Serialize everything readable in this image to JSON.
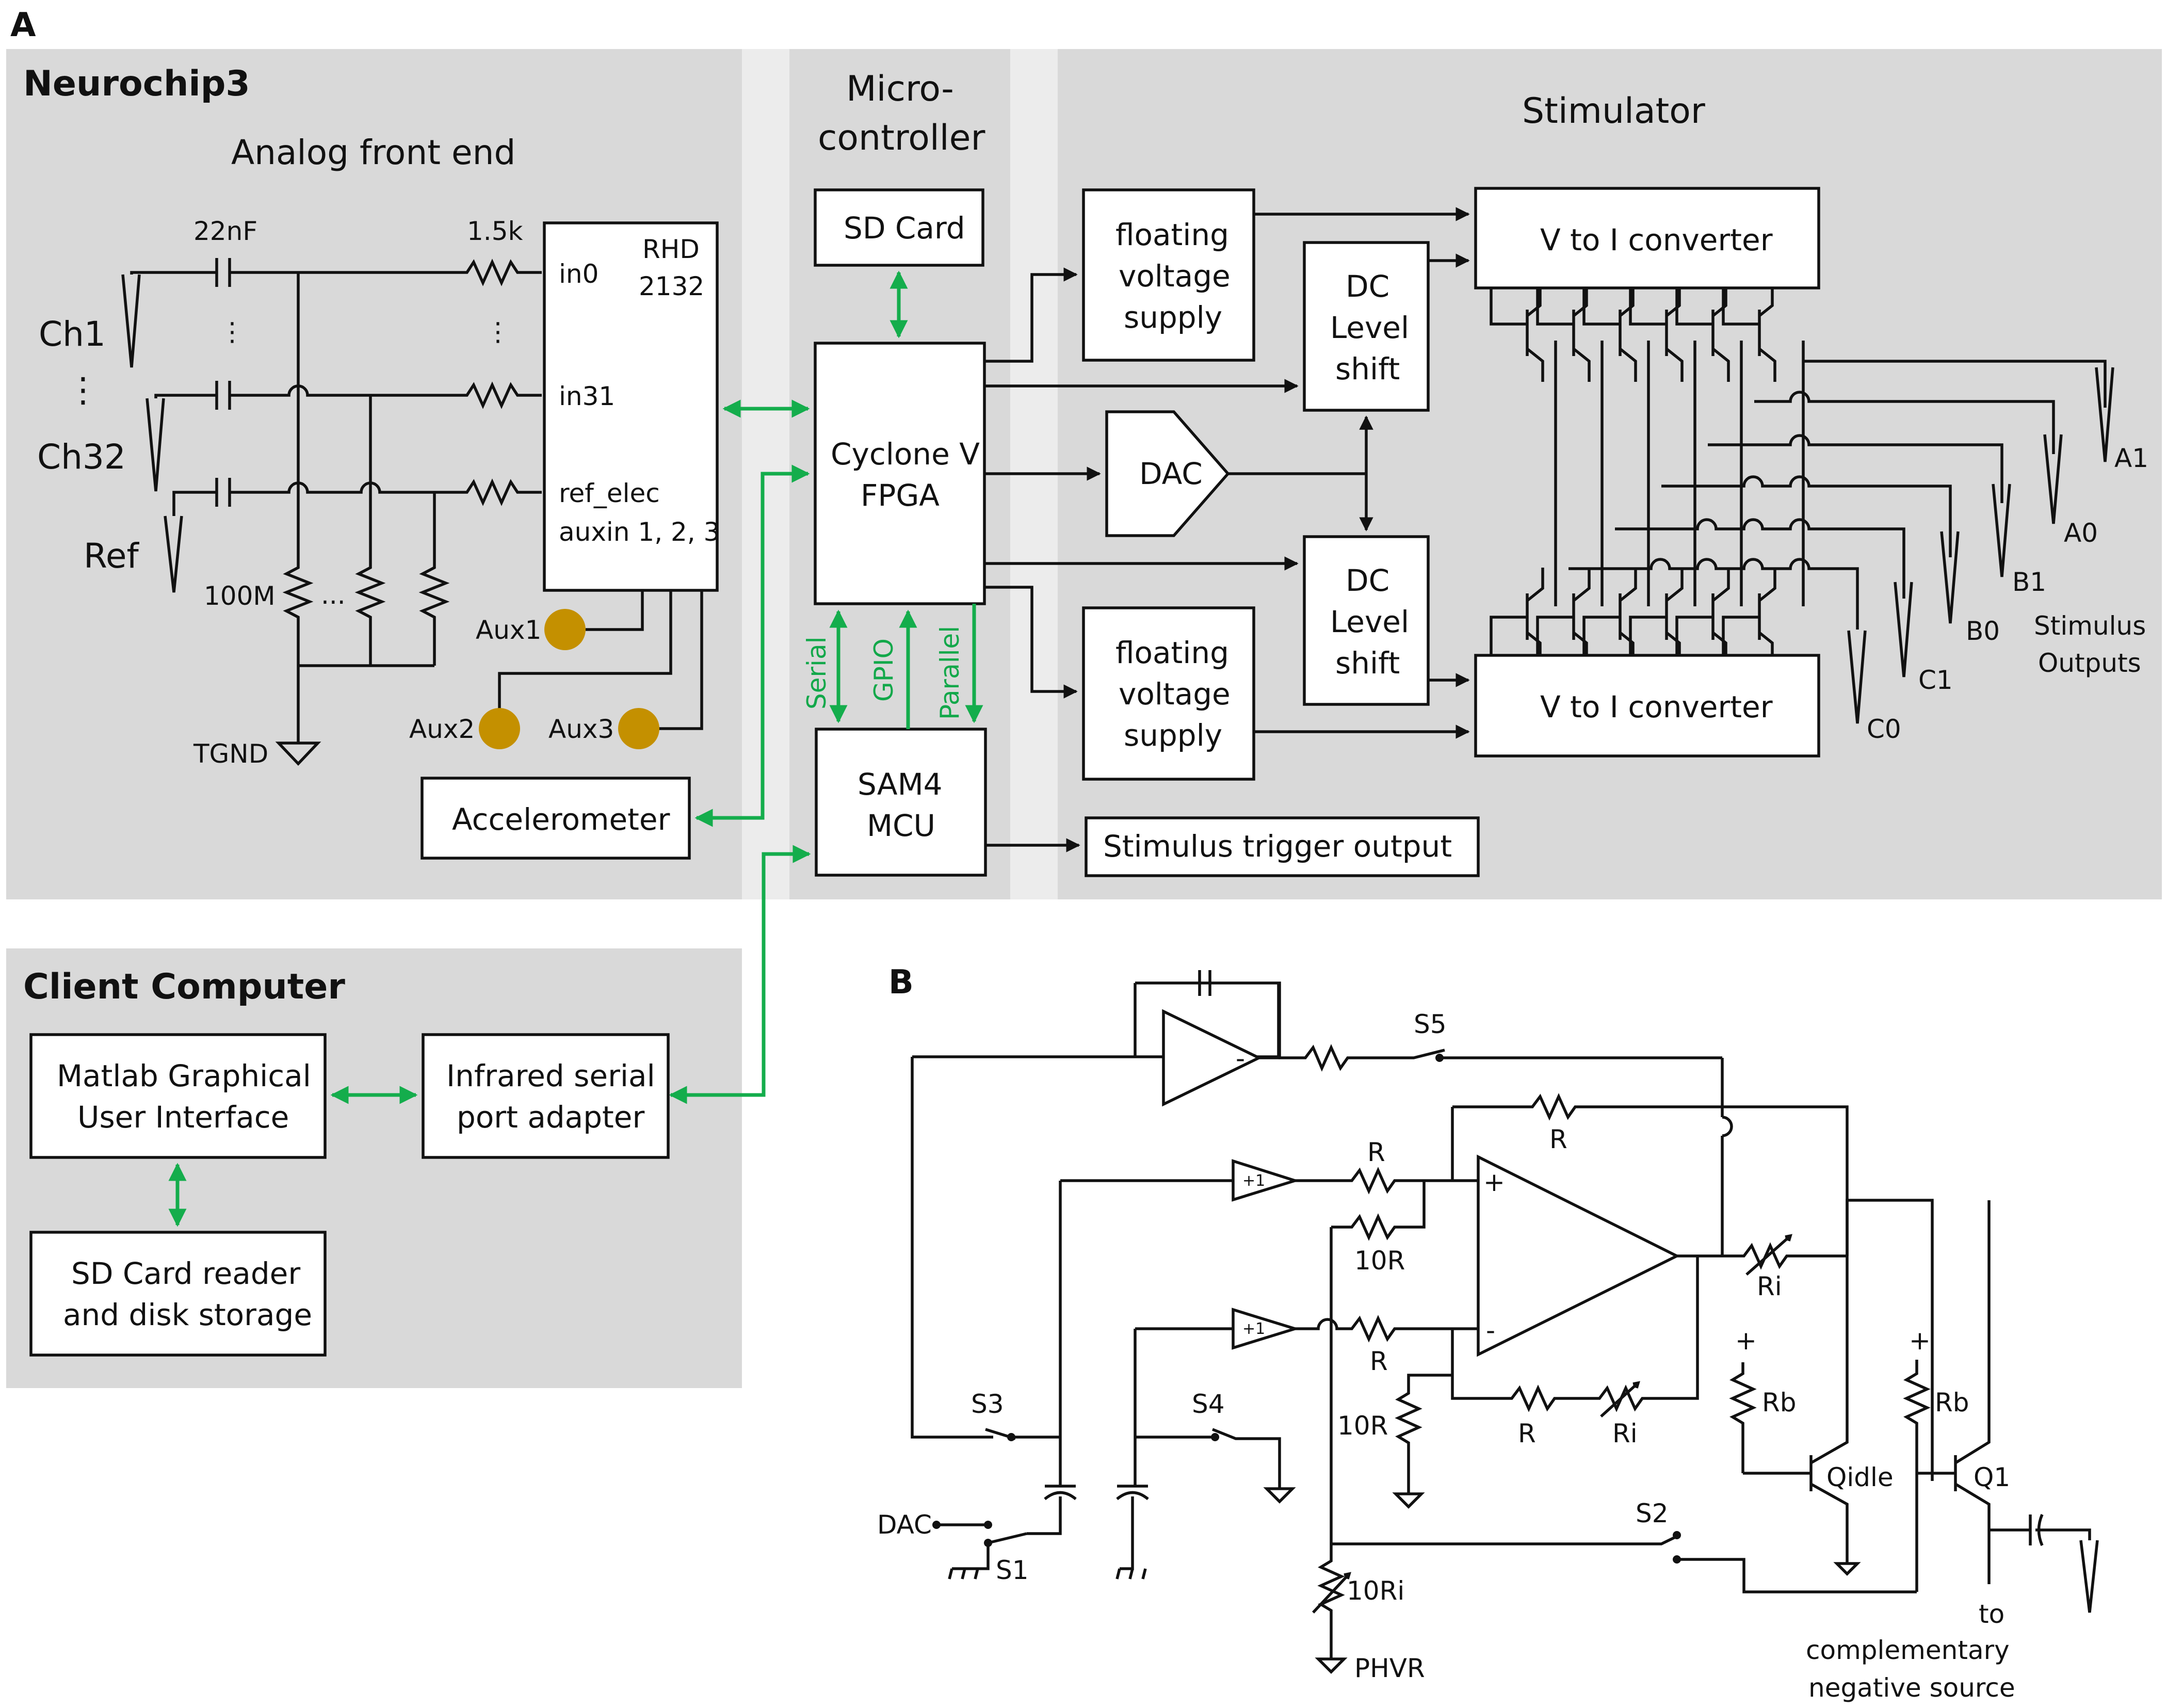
{
  "panel_labels": {
    "a": "A",
    "b": "B"
  },
  "neurochip": {
    "title": "Neurochip3",
    "afe_title": "Analog front end",
    "cap_label": "22nF",
    "res_label": "1.5k",
    "ch1": "Ch1",
    "ch32": "Ch32",
    "ref": "Ref",
    "res_100m": "100M",
    "tgnd": "TGND",
    "aux1": "Aux1",
    "aux2": "Aux2",
    "aux3": "Aux3",
    "dots": "...",
    "vdots": "⋮",
    "rhd": {
      "line1": "RHD",
      "line2": "2132",
      "in0": "in0",
      "in31": "in31",
      "ref_elec": "ref_elec",
      "auxin": "auxin 1, 2, 3"
    },
    "accelerometer": "Accelerometer"
  },
  "micro": {
    "title_line1": "Micro-",
    "title_line2": "controller",
    "sd_card": "SD Card",
    "fpga_line1": "Cyclone V",
    "fpga_line2": "FPGA",
    "mcu_line1": "SAM4",
    "mcu_line2": "MCU",
    "serial": "Serial",
    "gpio": "GPIO",
    "parallel": "Parallel"
  },
  "stim": {
    "title": "Stimulator",
    "fvs_line1": "floating",
    "fvs_line2": "voltage",
    "fvs_line3": "supply",
    "dc_line1": "DC",
    "dc_line2": "Level",
    "dc_line3": "shift",
    "dac": "DAC",
    "vtoi": "V to I converter",
    "trigger": "Stimulus trigger output",
    "outputs": [
      "A1",
      "A0",
      "B1",
      "B0",
      "C1",
      "C0"
    ],
    "stim_out_line1": "Stimulus",
    "stim_out_line2": "Outputs"
  },
  "client": {
    "title": "Client Computer",
    "matlab_line1": "Matlab Graphical",
    "matlab_line2": "User Interface",
    "ir_line1": "Infrared serial",
    "ir_line2": "port adapter",
    "sd_line1": "SD Card reader",
    "sd_line2": "and disk storage"
  },
  "circuit": {
    "s1": "S1",
    "s2": "S2",
    "s3": "S3",
    "s4": "S4",
    "s5": "S5",
    "r": "R",
    "r10": "10R",
    "ri": "Ri",
    "r10i": "10Ri",
    "rb": "Rb",
    "plus": "+",
    "minus": "-",
    "buf": "+1",
    "dac": "DAC",
    "phvr": "PHVR",
    "qidle": "Qidle",
    "q1": "Q1",
    "to_line1": "to",
    "to_line2": "complementary",
    "to_line3": "negative source"
  },
  "colors": {
    "panel_bg": "#d9d9d9",
    "gap_bg": "#ececec",
    "link": "#14ad4c",
    "aux_dot": "#c49000"
  }
}
